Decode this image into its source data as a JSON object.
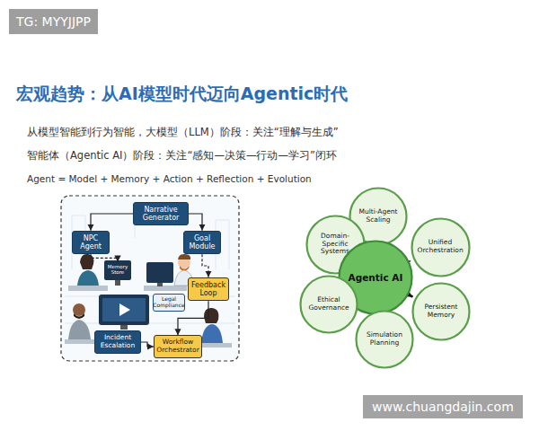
{
  "diagram": {
    "title": "宏观趋势：从AI模型时代迈向Agentic时代",
    "nodes": [
      {
        "text": [
          "Narrative Generator"
        ]
      },
      {
        "text": [
          "NPC Agent"
        ]
      },
      {
        "text": [
          "Goal Module"
        ]
      },
      {
        "text": [
          "Memory Store"
        ]
      },
      {
        "text": [
          "Feedback Loop"
        ]
      },
      {
        "text": [
          "Legal Compliance"
        ]
      },
      {
        "text": [
          "Incident Escalation"
        ]
      },
      {
        "text": [
          "Workflow Orchestrator"
        ]
      },
      {
        "text": [
          "Multi-Agent Scaling"
        ]
      },
      {
        "text": [
          "Domain-Specific Systems"
        ]
      },
      {
        "text": [
          "Unified Orchestration"
        ]
      },
      {
        "text": [
          "Agentic AI"
        ]
      },
      {
        "text": [
          "Ethical Governance"
        ]
      },
      {
        "text": [
          "Persistent Memory"
        ]
      },
      {
        "text": [
          "Simulation Planning"
        ]
      }
    ],
    "edges": [
      {
        "from": 0,
        "to": 1,
        "arrow": "to"
      },
      {
        "from": 0,
        "to": 2,
        "arrow": "to"
      },
      {
        "from": 1,
        "to": 3,
        "arrow": "to"
      },
      {
        "from": 2,
        "to": 4,
        "arrow": "to"
      },
      {
        "from": 4,
        "to": 7,
        "arrow": "to"
      },
      {
        "from": 6,
        "to": 7,
        "arrow": "to"
      },
      {
        "from": 11,
        "to": 8,
        "arrow": "to"
      },
      {
        "from": 11,
        "to": 9,
        "arrow": "to"
      },
      {
        "from": 11,
        "to": 10,
        "arrow": "to"
      },
      {
        "from": 11,
        "to": 12,
        "arrow": "to"
      },
      {
        "from": 11,
        "to": 13,
        "arrow": "to"
      },
      {
        "from": 11,
        "to": 14,
        "arrow": "to"
      }
    ],
    "labels": [
      "TG: MYYJJPP",
      "从模型智能到行为智能，大模型（LLM）阶段：关注“理解与生成”",
      "智能体（Agentic AI）阶段：关注“感知—决策—行动—学习”闭环",
      "Agent = Model + Memory + Action + Reflection + Evolution",
      "www.chuangdajin.com"
    ]
  }
}
